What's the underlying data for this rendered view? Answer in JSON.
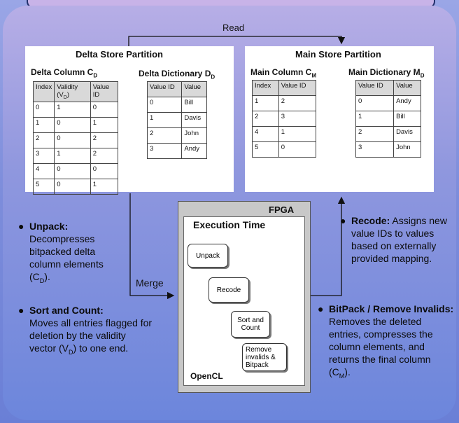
{
  "read_label": "Read",
  "merge_label": "Merge",
  "delta": {
    "title": "Delta Store Partition",
    "column_label": "Delta Column C",
    "column_sub": "D",
    "dict_label": "Delta Dictionary D",
    "dict_sub": "D",
    "col_headers": [
      "Index",
      "Validity (V",
      "D",
      ")",
      "Value ID"
    ],
    "col_rows": [
      [
        "0",
        "1",
        "0"
      ],
      [
        "1",
        "0",
        "1"
      ],
      [
        "2",
        "0",
        "2"
      ],
      [
        "3",
        "1",
        "2"
      ],
      [
        "4",
        "0",
        "0"
      ],
      [
        "5",
        "0",
        "1"
      ]
    ],
    "dict_headers": [
      "Value ID",
      "Value"
    ],
    "dict_rows": [
      [
        "0",
        "Bill"
      ],
      [
        "1",
        "Davis"
      ],
      [
        "2",
        "John"
      ],
      [
        "3",
        "Andy"
      ]
    ]
  },
  "main": {
    "title": "Main Store Partition",
    "column_label": "Main Column C",
    "column_sub": "M",
    "dict_label": "Main Dictionary M",
    "dict_sub": "D",
    "col_headers": [
      "Index",
      "Value ID"
    ],
    "col_rows": [
      [
        "1",
        "2"
      ],
      [
        "2",
        "3"
      ],
      [
        "4",
        "1"
      ],
      [
        "5",
        "0"
      ]
    ],
    "dict_headers": [
      "Value ID",
      "Value"
    ],
    "dict_rows": [
      [
        "0",
        "Andy"
      ],
      [
        "1",
        "Bill"
      ],
      [
        "2",
        "Davis"
      ],
      [
        "3",
        "John"
      ]
    ]
  },
  "fpga": {
    "label": "FPGA",
    "exec_label": "Execution Time",
    "opencl_label": "OpenCL",
    "stages": [
      "Unpack",
      "Recode",
      "Sort and Count",
      "Remove invalids & Bitpack"
    ]
  },
  "bullets": {
    "unpack_title": "Unpack:",
    "unpack_text": "Decompresses bitpacked delta column elements (C",
    "unpack_sub": "D",
    "unpack_end": ").",
    "sort_title": "Sort and Count:",
    "sort_text": "Moves all entries flagged for deletion by the validity vector (V",
    "sort_sub": "D",
    "sort_end": ") to one end.",
    "recode_title": "Recode:",
    "recode_text": " Assigns new value IDs to values based on externally provided mapping.",
    "bitpack_title": "BitPack / Remove Invalids:",
    "bitpack_text": " Removes the deleted entries, compresses the column elements, and returns the final column (C",
    "bitpack_sub": "M",
    "bitpack_end": ")."
  }
}
